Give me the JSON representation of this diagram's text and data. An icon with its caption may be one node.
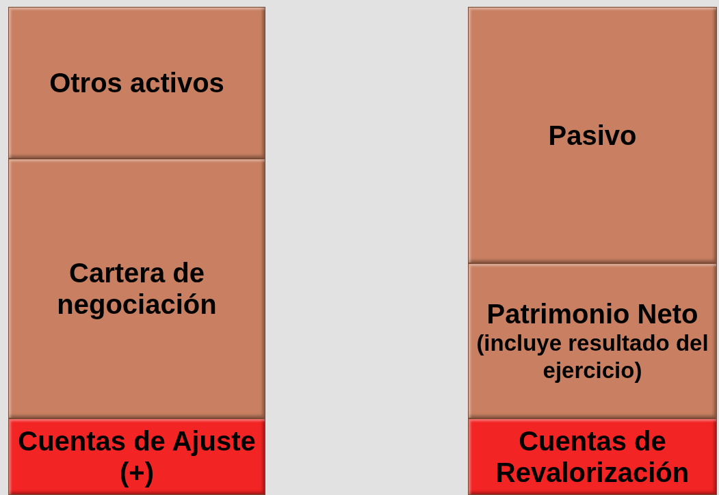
{
  "diagram": {
    "nodes": [
      {
        "text": [
          "Otros activos"
        ]
      },
      {
        "text": [
          "Cartera de negociación"
        ]
      },
      {
        "text": [
          "Cuentas de Ajuste (+)"
        ]
      },
      {
        "text": [
          "Pasivo"
        ]
      },
      {
        "text": [
          "Patrimonio Neto",
          "(incluye resultado del ejercicio)"
        ]
      },
      {
        "text": [
          "Cuentas de Revalorización"
        ]
      }
    ]
  }
}
